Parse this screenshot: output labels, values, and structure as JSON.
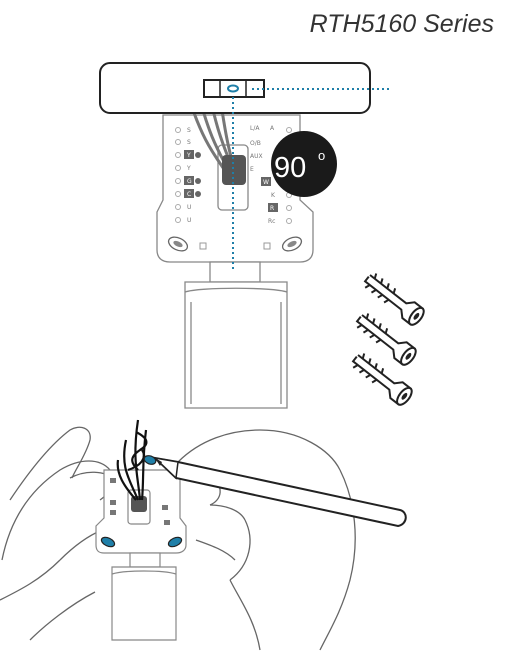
{
  "header": {
    "series_title": "RTH5160 Series"
  },
  "rotation_badge": {
    "angle": "90",
    "unit": "o"
  },
  "terminal_labels": {
    "left": [
      "S",
      "S",
      "Y",
      "Y",
      "G",
      "C",
      "U",
      "U"
    ],
    "right_names": [
      "L/A",
      "O/B",
      "AUX",
      "E",
      "W",
      "K",
      "R",
      "Rc"
    ],
    "right_letters": [
      "A",
      "",
      "",
      "",
      "",
      "",
      "",
      ""
    ]
  },
  "colors": {
    "dotted_guide": "#1f7fa8",
    "anchor_highlight": "#1f7fa8",
    "badge": "#1a1a1a",
    "line_art": "#333333"
  }
}
